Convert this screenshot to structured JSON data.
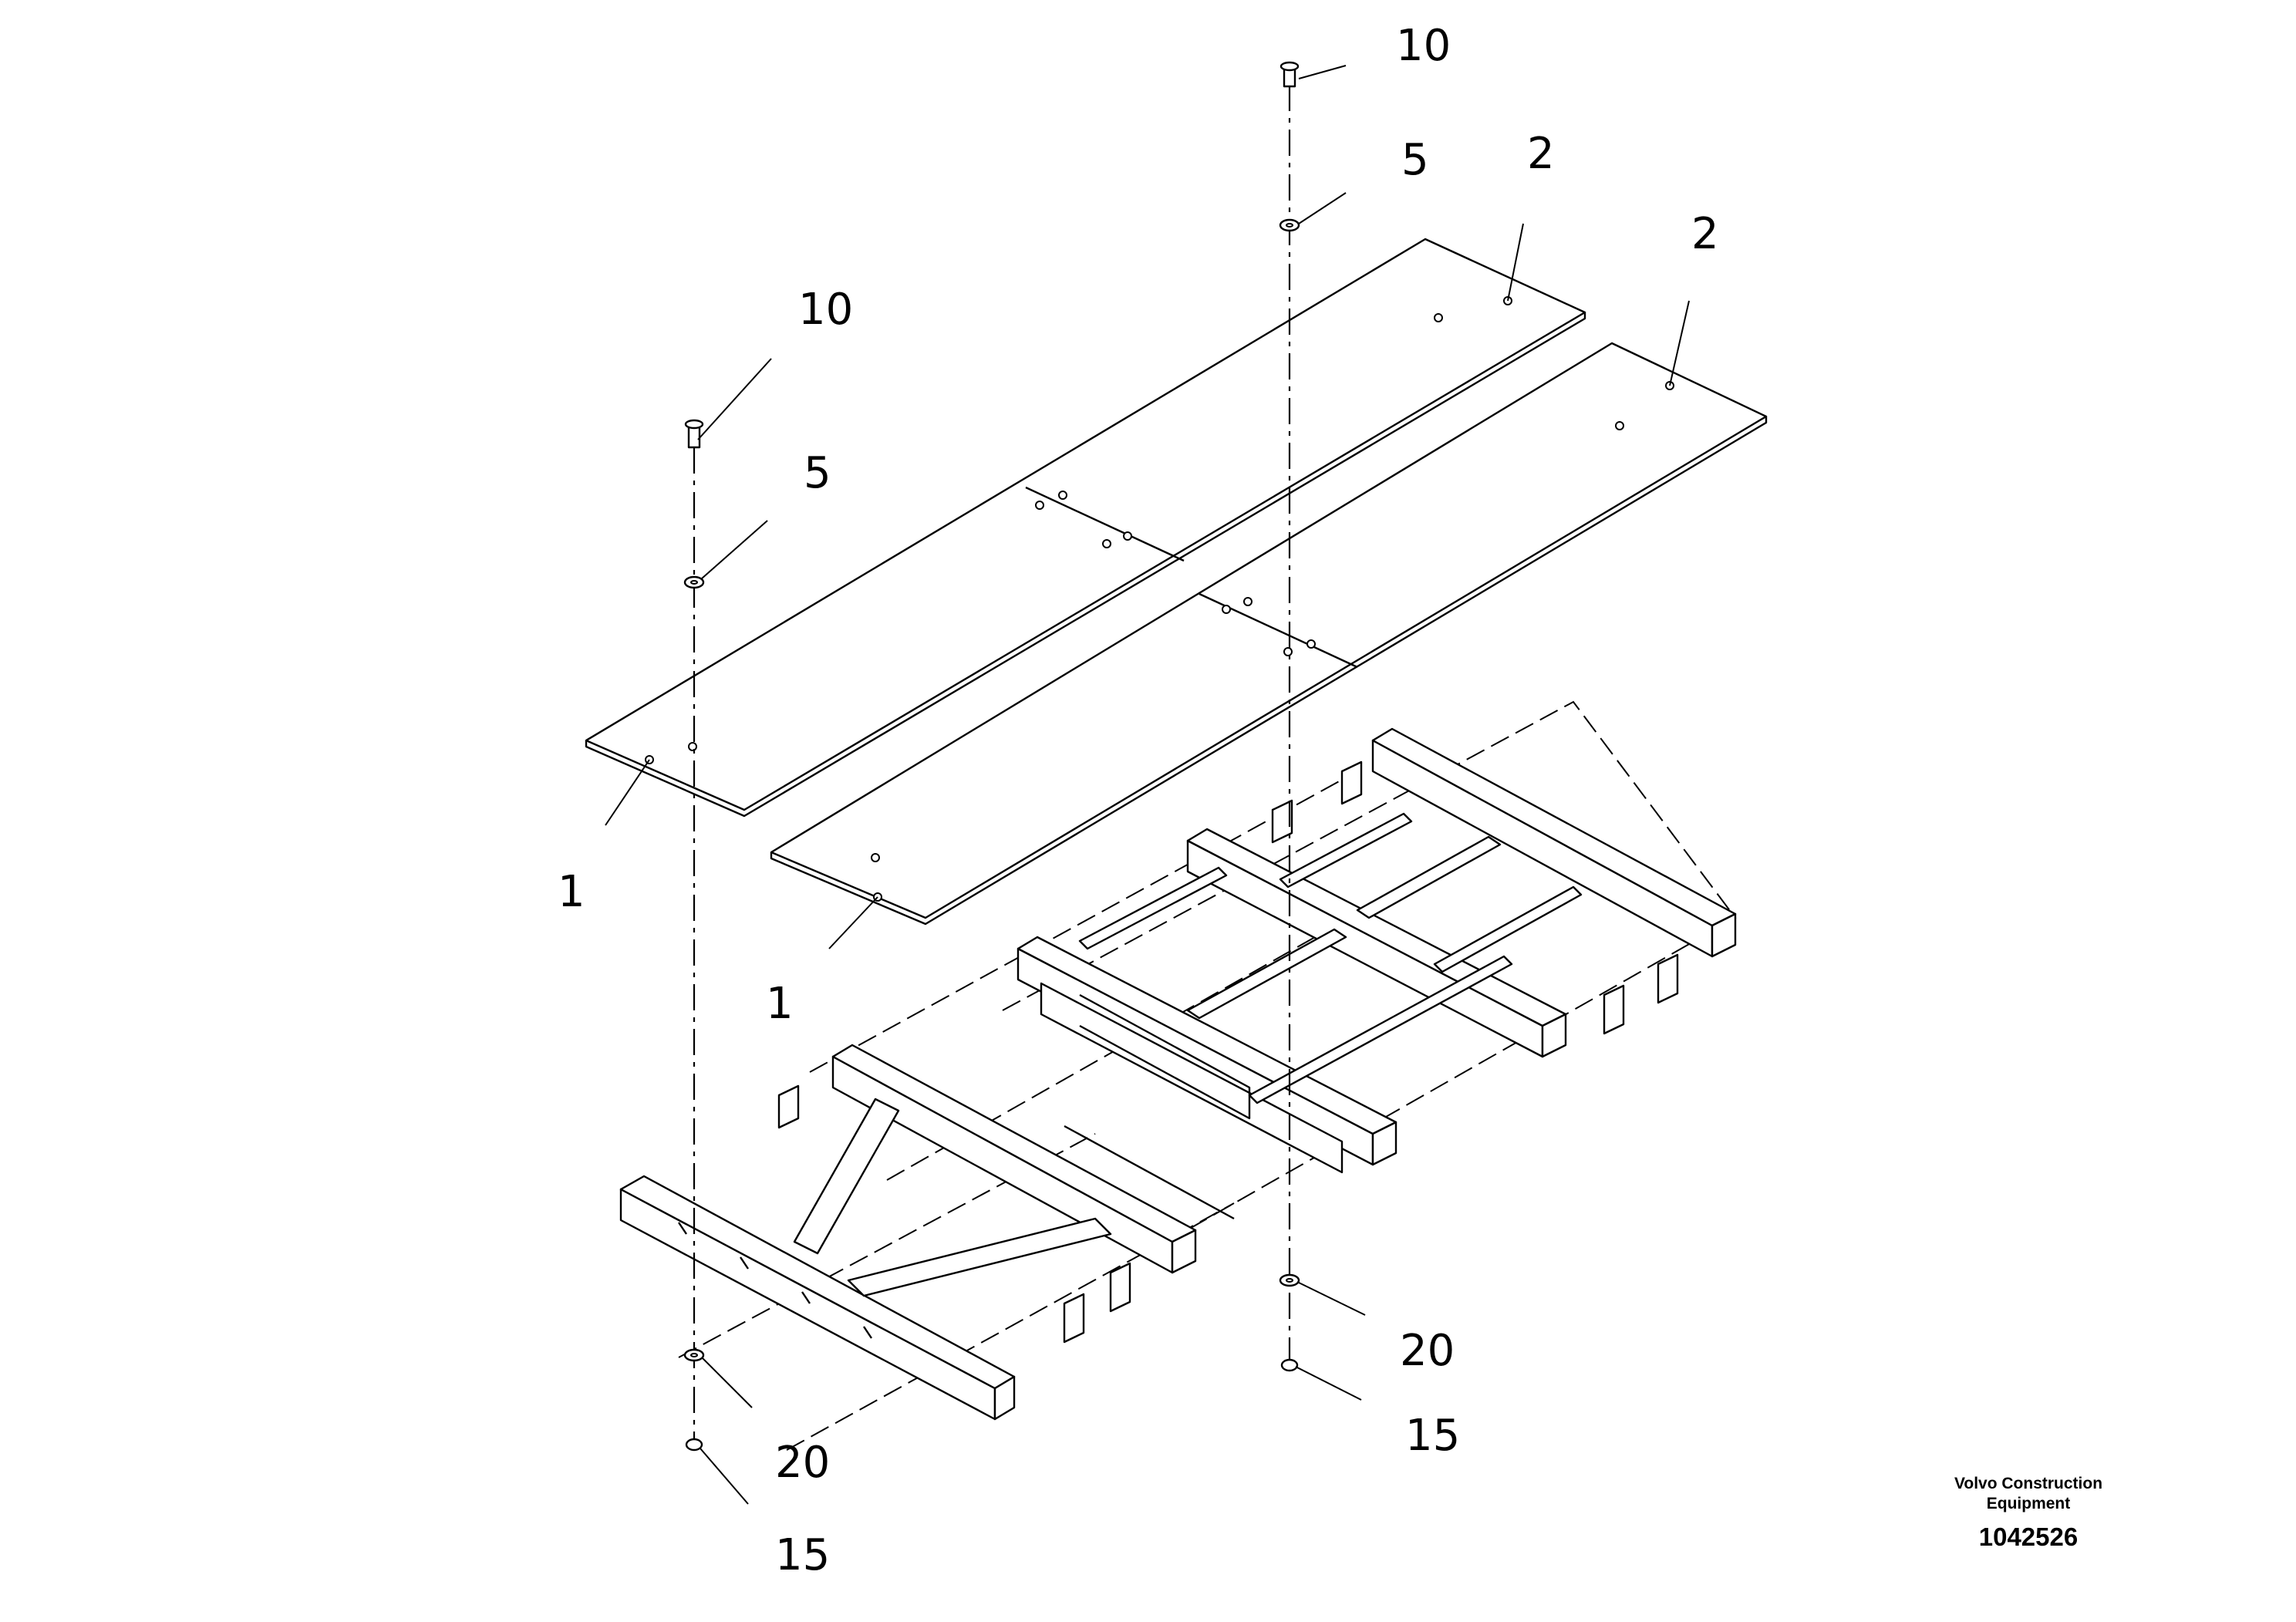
{
  "callouts": [
    {
      "id": "c1",
      "text": "10"
    },
    {
      "id": "c2",
      "text": "5"
    },
    {
      "id": "c3",
      "text": "2"
    },
    {
      "id": "c4",
      "text": "2"
    },
    {
      "id": "c5",
      "text": "10"
    },
    {
      "id": "c6",
      "text": "5"
    },
    {
      "id": "c7",
      "text": "1"
    },
    {
      "id": "c8",
      "text": "1"
    },
    {
      "id": "c9",
      "text": "20"
    },
    {
      "id": "c10",
      "text": "15"
    },
    {
      "id": "c11",
      "text": "20"
    },
    {
      "id": "c12",
      "text": "15"
    }
  ],
  "caption": {
    "company_line1": "Volvo Construction",
    "company_line2": "Equipment",
    "drawing_number": "1042526"
  },
  "colors": {
    "ink": "#000000",
    "paper": "#ffffff"
  }
}
